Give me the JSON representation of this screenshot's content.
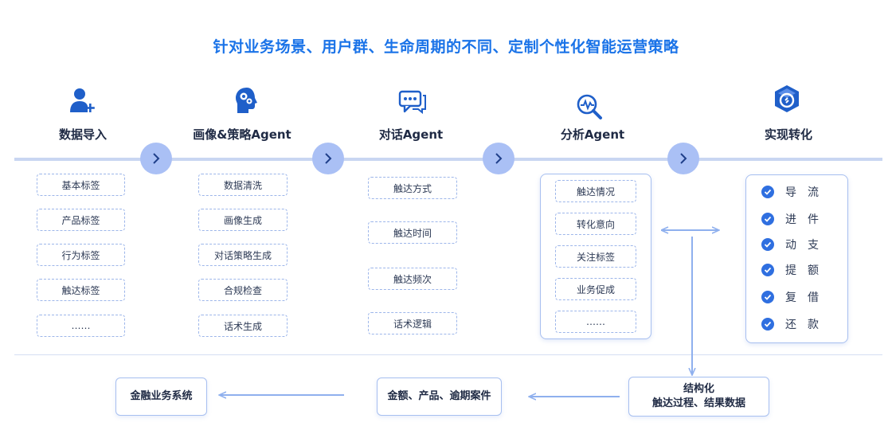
{
  "title": "针对业务场景、用户群、生命周期的不同、定制个性化智能运营策略",
  "stages": [
    {
      "label": "数据导入",
      "icon": "user-add-icon",
      "items": [
        "基本标签",
        "产品标签",
        "行为标签",
        "触达标签",
        "……"
      ]
    },
    {
      "label": "画像&策略Agent",
      "icon": "head-gears-icon",
      "items": [
        "数据清洗",
        "画像生成",
        "对话策略生成",
        "合规检查",
        "话术生成"
      ]
    },
    {
      "label": "对话Agent",
      "icon": "chat-bubble-icon",
      "items": [
        "触达方式",
        "触达时间",
        "触达频次",
        "话术逻辑"
      ]
    },
    {
      "label": "分析Agent",
      "icon": "magnifier-chart-icon",
      "items": [
        "触达情况",
        "转化意向",
        "关注标签",
        "业务促成",
        "……"
      ]
    },
    {
      "label": "实现转化",
      "icon": "cube-cycle-icon",
      "items": [
        "导流",
        "进件",
        "动支",
        "提额",
        "复借",
        "还款"
      ]
    }
  ],
  "bottom": {
    "structured_title": "结构化",
    "structured_sub": "触达过程、结果数据",
    "middle": "金额、产品、逾期案件",
    "left": "金融业务系统"
  },
  "colors": {
    "accent": "#1a73e8",
    "chevron": "#aac0f5",
    "line": "#c9d6f2"
  }
}
